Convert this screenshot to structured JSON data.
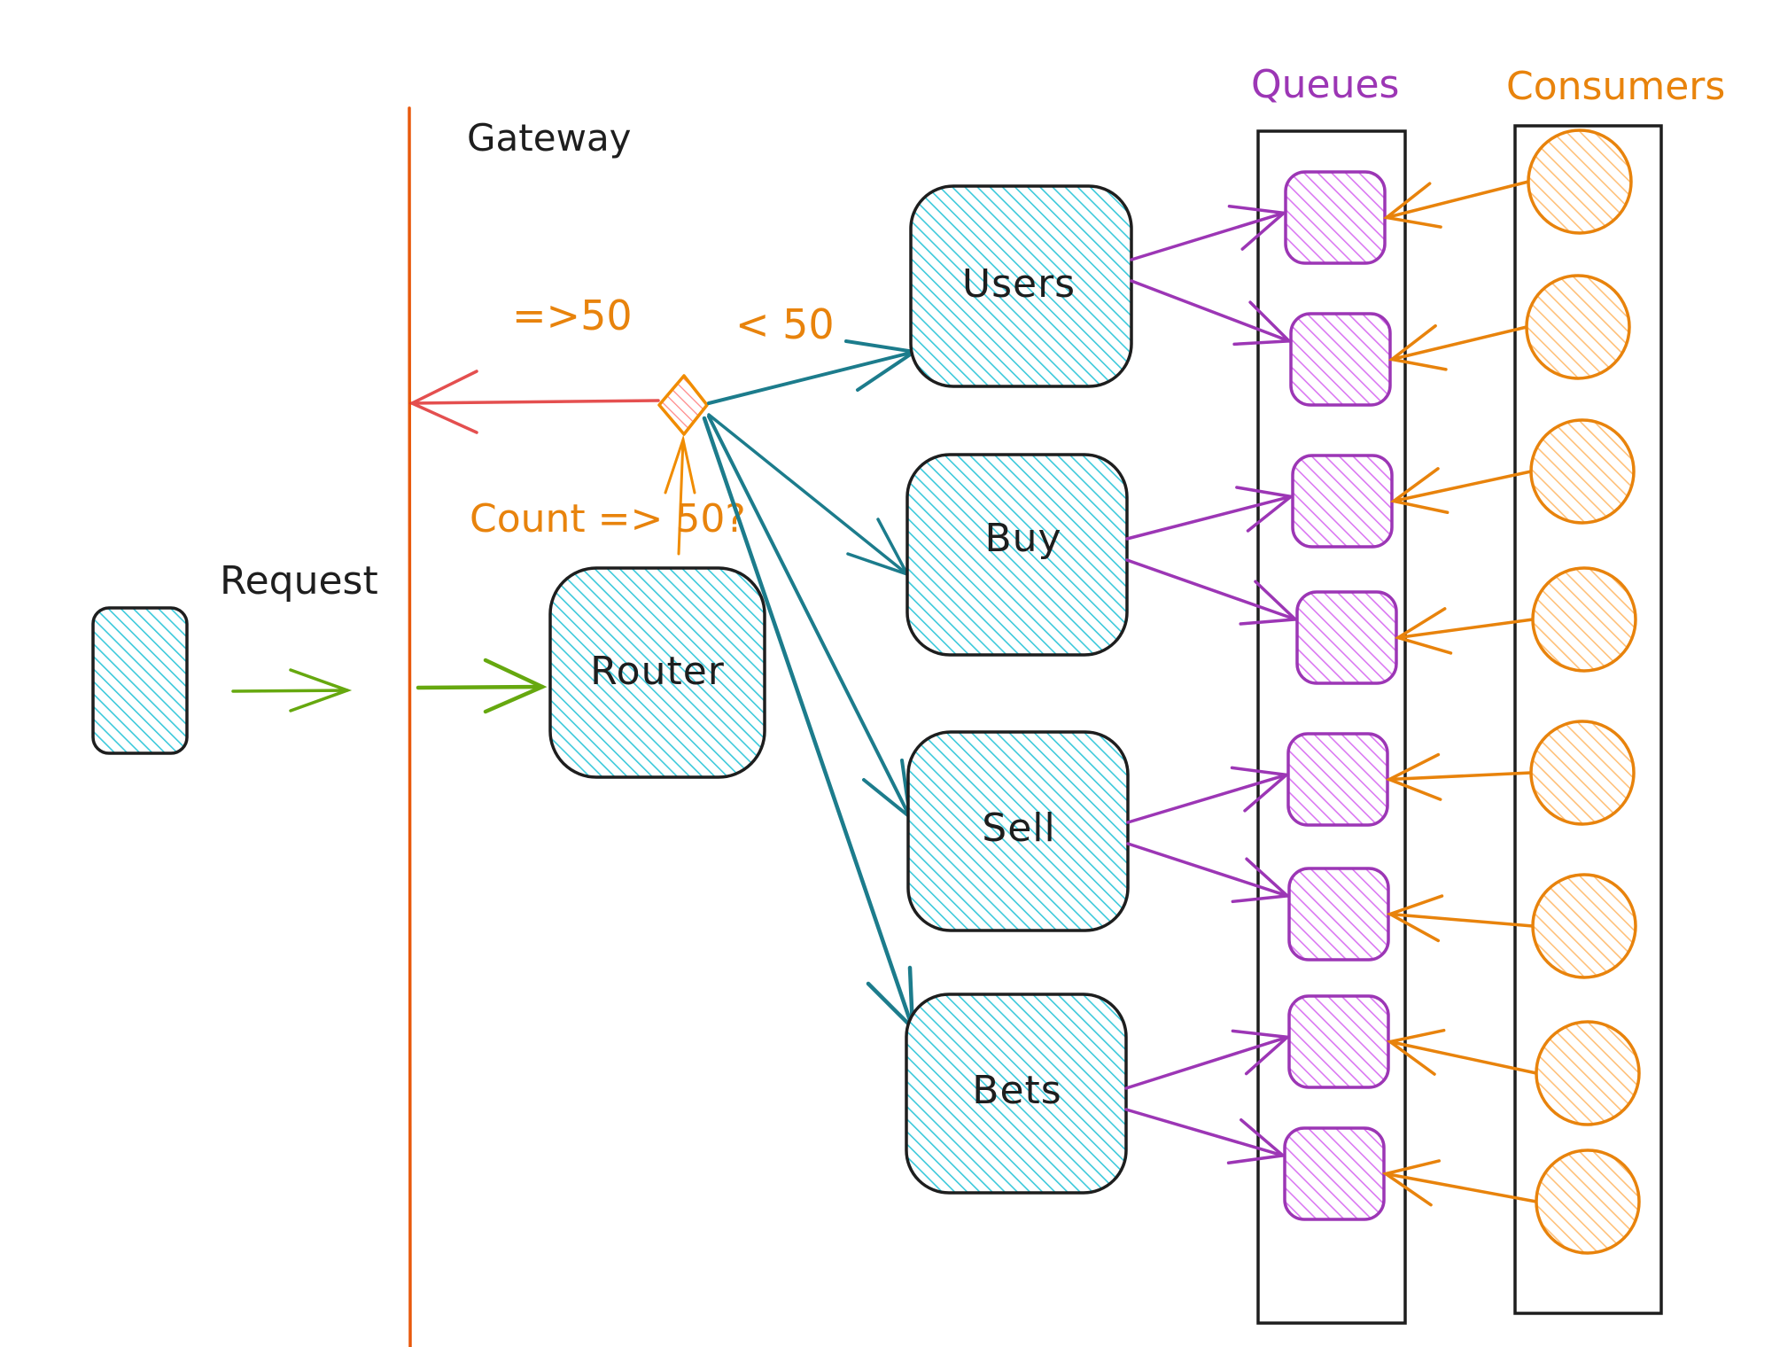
{
  "colors": {
    "gateway_line": "#e8590c",
    "service_fill_hatch": "#3bc9db",
    "service_stroke": "#1e1e1e",
    "router_arrow": "#1c7c8c",
    "request_arrow": "#66a80f",
    "reject_arrow": "#e03131",
    "decision_stroke": "#f08c00",
    "decision_hatch": "#ff8787",
    "queue_stroke": "#9c36b5",
    "queue_hatch": "#da77f2",
    "consumer_stroke": "#e8830c",
    "consumer_hatch": "#ffc078",
    "label_orange": "#e8830c",
    "label_purple": "#9c36b5",
    "container_stroke": "#1e1e1e"
  },
  "labels": {
    "gateway": "Gateway",
    "request": "Request",
    "reject_condition": "=>50",
    "accept_condition": "< 50",
    "decision_question": "Count => 50?",
    "queues_header": "Queues",
    "consumers_header": "Consumers"
  },
  "router": {
    "label": "Router"
  },
  "services": [
    {
      "id": "users",
      "label": "Users"
    },
    {
      "id": "buy",
      "label": "Buy"
    },
    {
      "id": "sell",
      "label": "Sell"
    },
    {
      "id": "bets",
      "label": "Bets"
    }
  ],
  "queues": [
    {
      "service": "users",
      "index": 1
    },
    {
      "service": "users",
      "index": 2
    },
    {
      "service": "buy",
      "index": 3
    },
    {
      "service": "buy",
      "index": 4
    },
    {
      "service": "sell",
      "index": 5
    },
    {
      "service": "sell",
      "index": 6
    },
    {
      "service": "bets",
      "index": 7
    },
    {
      "service": "bets",
      "index": 8
    }
  ],
  "consumers": [
    {
      "queue": 1
    },
    {
      "queue": 2
    },
    {
      "queue": 3
    },
    {
      "queue": 4
    },
    {
      "queue": 5
    },
    {
      "queue": 6
    },
    {
      "queue": 7
    },
    {
      "queue": 8
    }
  ],
  "edges": [
    {
      "from": "client",
      "to": "gateway",
      "kind": "request"
    },
    {
      "from": "gateway",
      "to": "router",
      "kind": "request"
    },
    {
      "from": "router",
      "to": "decision",
      "kind": "count-check"
    },
    {
      "from": "decision",
      "to": "gateway",
      "kind": "reject",
      "label": "=>50"
    },
    {
      "from": "decision",
      "to": "users",
      "kind": "route",
      "label": "< 50"
    },
    {
      "from": "decision",
      "to": "buy",
      "kind": "route"
    },
    {
      "from": "decision",
      "to": "sell",
      "kind": "route"
    },
    {
      "from": "decision",
      "to": "bets",
      "kind": "route"
    }
  ]
}
